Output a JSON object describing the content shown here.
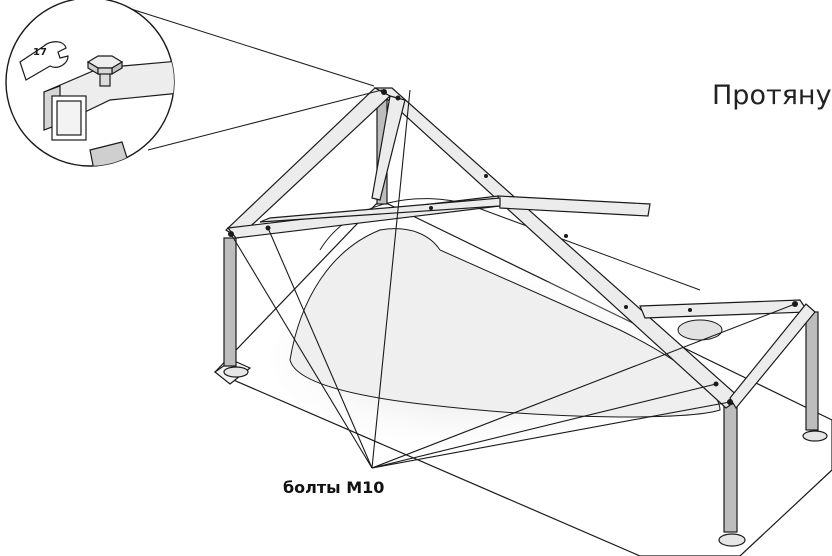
{
  "caption": "Протяну",
  "bolt_label": "болты M10",
  "wrench_size": "17",
  "colors": {
    "line": "#1a1a1a",
    "frame_fill": "#ececec",
    "frame_shade": "#bdbdbd",
    "shadow": "#d9d9d9",
    "background": "#ffffff"
  },
  "icons": [
    "wrench-icon",
    "bolt-icon"
  ]
}
